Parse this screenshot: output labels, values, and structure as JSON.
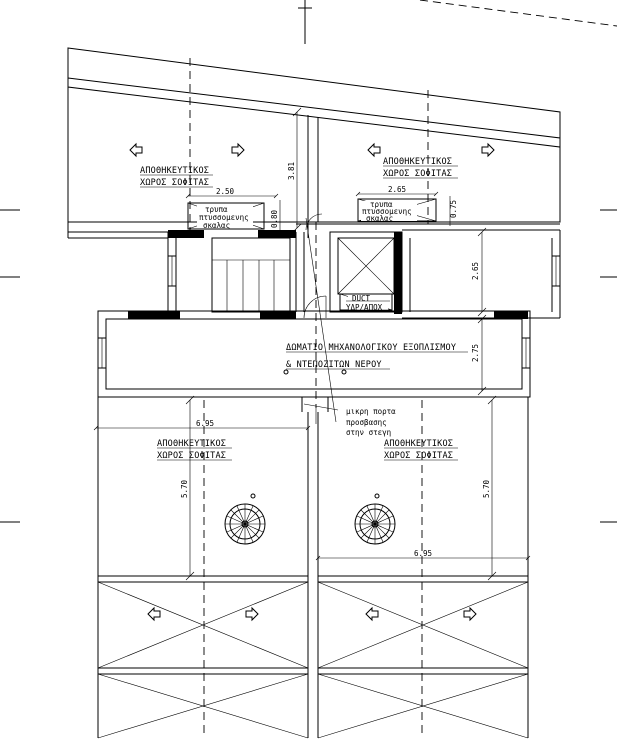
{
  "drawing": {
    "rooms": {
      "storage_top_left": {
        "line1": "ΑΠΟΘΗΚΕΥΤΙΚΟΣ",
        "line2": "ΧΩΡΟΣ ΣΟΦΙΤΑΣ"
      },
      "storage_top_right": {
        "line1": "ΑΠΟΘΗΚΕΥΤΙΚΟΣ",
        "line2": "ΧΩΡΟΣ ΣΟΦΙΤΑΣ"
      },
      "storage_bottom_left": {
        "line1": "ΑΠΟΘΗΚΕΥΤΙΚΟΣ",
        "line2": "ΧΩΡΟΣ ΣΟΦΙΤΑΣ"
      },
      "storage_bottom_right": {
        "line1": "ΑΠΟΘΗΚΕΥΤΙΚΟΣ",
        "line2": "ΧΩΡΟΣ ΣΟΦΙΤΑΣ"
      },
      "mechanical_room": {
        "line1": "ΔΩΜΑΤΙΟ ΜΗΧΑΝΟΛΟΓΙΚΟΥ ΕΞΟΠΛΙΣΜΟΥ",
        "line2": "& ΝΤΕΠΟΖΙΤΩΝ ΝΕΡΟΥ"
      }
    },
    "hatch_left": {
      "line1": "τρυπα",
      "line2": "πτυσσομενης",
      "line3": "σκαλας"
    },
    "hatch_right": {
      "line1": "τρυπα",
      "line2": "πτυσσομενης",
      "line3": "σκαλας"
    },
    "duct": {
      "line1": "DUCT",
      "line2": "ΥΔΡ/ΑΠΟΧ"
    },
    "small_door_note": {
      "line1": "μικρη πορτα",
      "line2": "προσβασης",
      "line3": "στην στεγη"
    },
    "dimensions": {
      "d_381": "3.81",
      "d_250": "2.50",
      "d_080": "0.80",
      "d_265_h": "2.65",
      "d_075": "0.75",
      "d_265_v": "2.65",
      "d_275": "2.75",
      "d_695_left": "6.95",
      "d_570_left": "5.70",
      "d_570_right": "5.70",
      "d_695_right": "6.95"
    }
  }
}
